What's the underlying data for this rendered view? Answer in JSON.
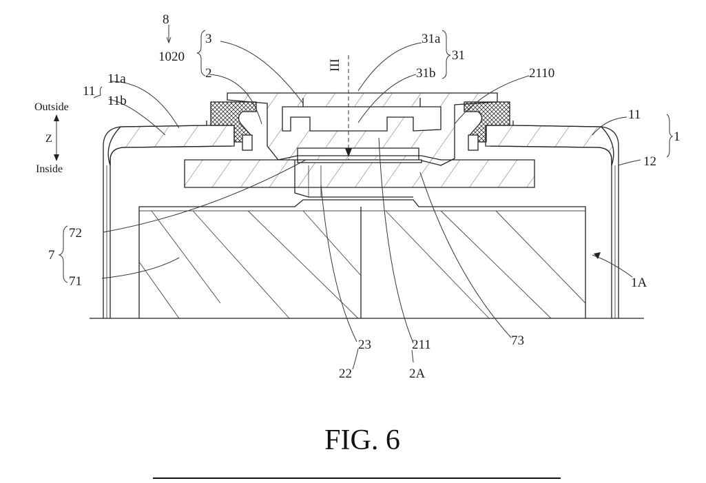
{
  "figure": {
    "caption": "FIG. 6"
  },
  "labels": {
    "l8": "8",
    "l1020": "1020",
    "l3": "3",
    "l2": "2",
    "l31a": "31a",
    "l31": "31",
    "l31b": "31b",
    "l2110": "2110",
    "lIII": "III",
    "l11a": "11a",
    "l11_left": "11",
    "l11b": "11b",
    "outside": "Outside",
    "z": "Z",
    "inside": "Inside",
    "l11_right": "11",
    "l1": "1",
    "l12": "12",
    "l72": "72",
    "l7": "7",
    "l71": "71",
    "l1A": "1A",
    "l23": "23",
    "l22": "22",
    "l211": "211",
    "l2A": "2A",
    "l73": "73"
  }
}
